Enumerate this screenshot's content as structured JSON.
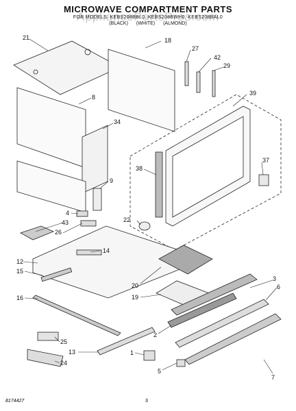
{
  "header": {
    "title": "MICROWAVE COMPARTMENT PARTS",
    "subtitle": "FOR MODELS: KEBS208BBL0, KEBS208BWH0, KEBS208BAL0",
    "finishes": [
      "(BLACK)",
      "(WHITE)",
      "(ALMOND)"
    ],
    "watermark": "AppliancePartsPros.com"
  },
  "callouts": [
    "21",
    "18",
    "27",
    "42",
    "29",
    "8",
    "39",
    "34",
    "38",
    "37",
    "9",
    "4",
    "43",
    "22",
    "26",
    "12",
    "14",
    "15",
    "20",
    "19",
    "3",
    "6",
    "16",
    "2",
    "25",
    "13",
    "1",
    "24",
    "5",
    "7"
  ],
  "footer": {
    "code": "8174427",
    "page": "3"
  }
}
